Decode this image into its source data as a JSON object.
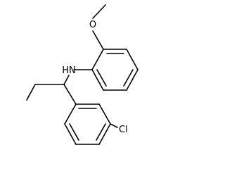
{
  "molecule": {
    "labels": {
      "methoxy_oxygen": "O",
      "amine": "HN",
      "chlorine": "Cl"
    },
    "colors": {
      "bond": "#000000",
      "text": "#000000",
      "background": "#ffffff"
    }
  }
}
